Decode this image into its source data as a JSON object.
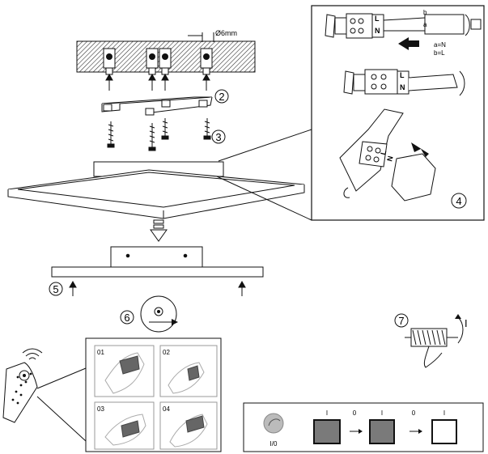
{
  "ceiling": {
    "hole_diameter": "Ø6mm"
  },
  "steps": {
    "s2": "2",
    "s3": "3",
    "s4": "4",
    "s5": "5",
    "s6": "6",
    "s7": "7"
  },
  "wiring": {
    "terminal_L": "L",
    "terminal_N": "N",
    "wire_b": "b",
    "wire_a": "a",
    "legend_a": "a=N",
    "legend_b": "b=L"
  },
  "remote_steps": [
    "01",
    "02",
    "03",
    "04"
  ],
  "switch_sequence": {
    "icon_label": "I/0",
    "states": [
      "I",
      "0",
      "I",
      "0",
      "I"
    ],
    "panel_fills": [
      "#7a7a7a",
      "#7a7a7a",
      "#ffffff"
    ]
  },
  "step7": {
    "rotate_label": "I"
  }
}
